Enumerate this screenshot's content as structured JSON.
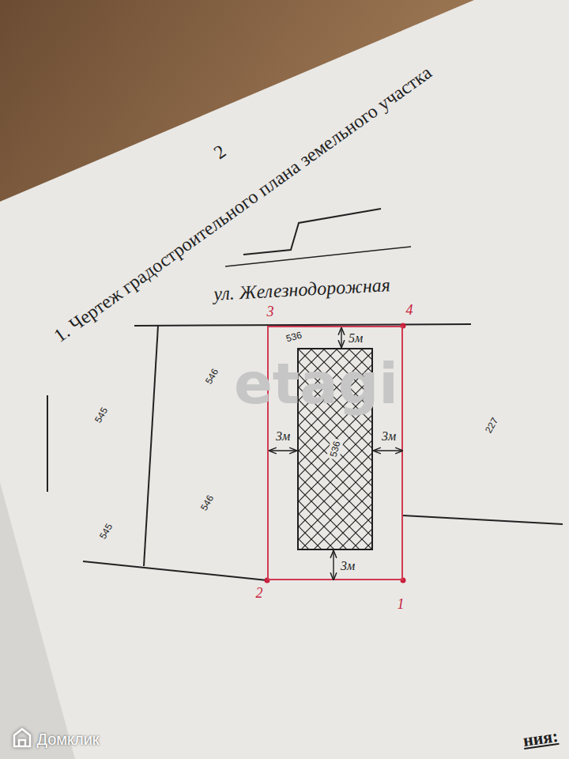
{
  "diagram": {
    "title": "1. Чертеж градостроительного плана земельного участка",
    "nodes": [
      {
        "text": [
          "536"
        ]
      },
      {
        "text": [
          "536"
        ],
        "in": 0
      }
    ],
    "labels": [
      "2",
      "ул. Железнодорожная",
      "3",
      "4",
      "2",
      "1",
      "546",
      "545",
      "546",
      "545",
      "227",
      "5м",
      "3м",
      "3м",
      "3м",
      "etagi",
      "Домклик",
      "ния:"
    ]
  }
}
